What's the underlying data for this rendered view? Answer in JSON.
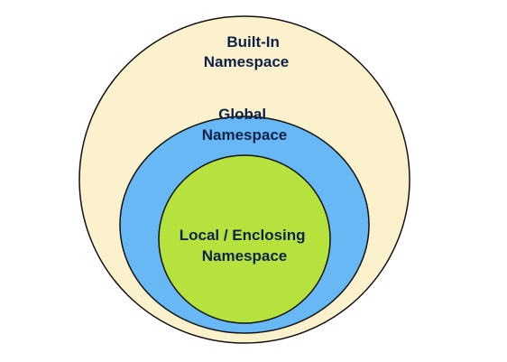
{
  "diagram": {
    "outer": {
      "line1": "Built-In",
      "line2": "Namespace",
      "fill": "#fbf1cc"
    },
    "middle": {
      "line1": "Global",
      "line2": "Namespace",
      "fill": "#67b8f4"
    },
    "inner": {
      "line1": "Local / Enclosing",
      "line2": "Namespace",
      "fill": "#b5e23c"
    },
    "text_color": "#0f2249",
    "stroke_color": "#111111"
  }
}
